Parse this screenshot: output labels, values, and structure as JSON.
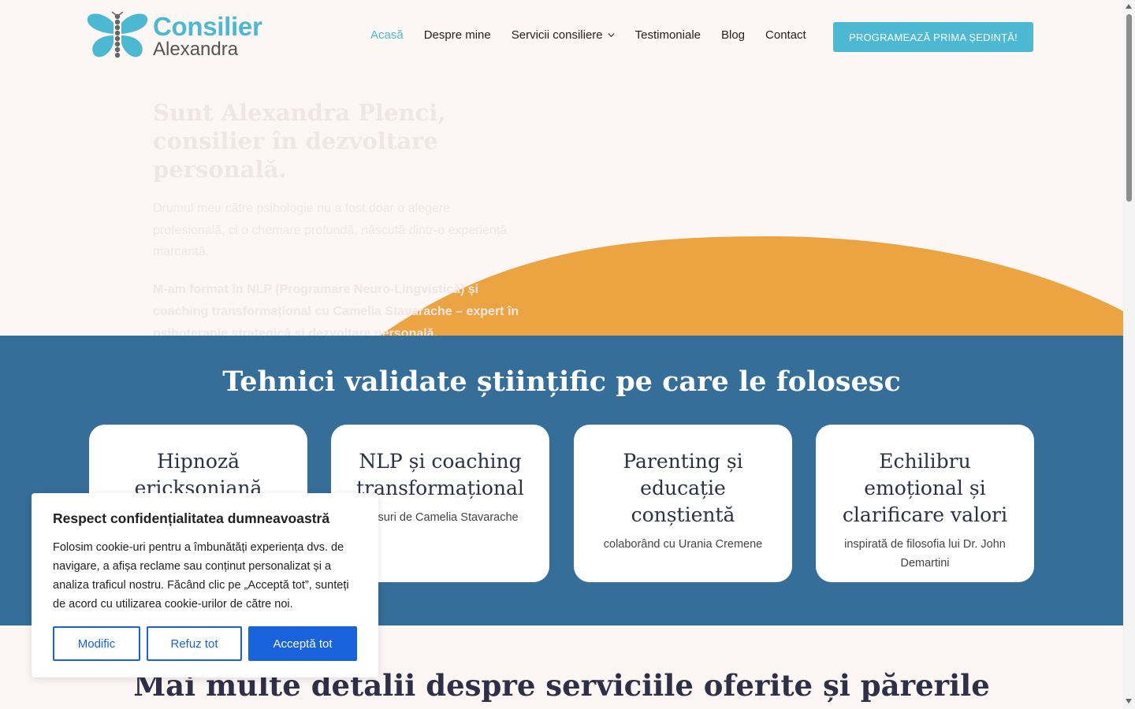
{
  "header": {
    "logo_line1": "Consilier",
    "logo_line2": "Alexandra",
    "nav": [
      "Acasă",
      "Despre mine",
      "Servicii consiliere",
      "Testimoniale",
      "Blog",
      "Contact"
    ],
    "cta": "PROGRAMEAZĂ PRIMA ȘEDINȚĂ!"
  },
  "hero": {
    "title": "Sunt Alexandra Plenci, consilier în dezvoltare personală.",
    "p1": "Drumul meu către psihologie nu a fost doar o alegere profesională, ci o chemare profundă, născută dintr-o experiență marcantă.",
    "p2": "M-am format în NLP (Programare Neuro-Lingvistică) și coaching transformațional cu Camelia Stavarache – expert în psihoterapie strategică și dezvoltare personală."
  },
  "techniques": {
    "title": "Tehnici validate științific pe care le folosesc",
    "cards": [
      {
        "title": "Hipnoză ericksoniană",
        "sub": ""
      },
      {
        "title": "NLP și coaching transformațional",
        "sub": "cursuri de Camelia Stavarache"
      },
      {
        "title": "Parenting și educație conștientă",
        "sub": "colaborând cu Urania Cremene"
      },
      {
        "title": "Echilibru emoțional și clarificare valori",
        "sub": "inspirată de filosofia lui Dr. John Demartini"
      }
    ]
  },
  "more": {
    "title": "Mai multe detalii despre serviciile oferite și părerile"
  },
  "cookie": {
    "title": "Respect confidențialitatea dumneavoastră",
    "text": "Folosim cookie-uri pentru a îmbunătăți experiența dvs. de navigare, a afișa reclame sau conținut personalizat și a analiza traficul nostru. Făcând clic pe „Acceptă tot”, sunteți de acord cu utilizarea cookie-urilor de către noi.",
    "btn_customize": "Modific",
    "btn_reject": "Refuz tot",
    "btn_accept": "Acceptă tot"
  },
  "colors": {
    "accent": "#4db8d1",
    "section_blue": "#356e98",
    "arc_orange": "#eca443",
    "cookie_blue": "#1863dc"
  }
}
